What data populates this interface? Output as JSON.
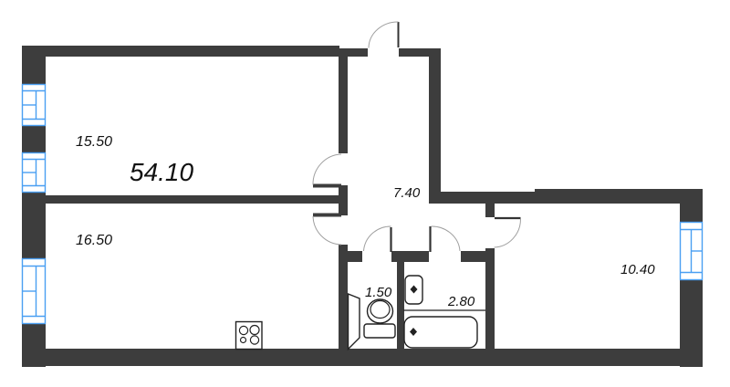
{
  "plan": {
    "title": "apartment-floor-plan",
    "total_area": "54.10",
    "labels": {
      "room_top_left": "15.50",
      "total": "54.10",
      "room_bottom_left": "16.50",
      "hallway": "7.40",
      "wc": "1.50",
      "bathroom": "2.80",
      "room_right": "10.40"
    },
    "colors": {
      "wall": "#3d3d3d",
      "window": "#4a9ff2",
      "door_arc": "#a0a0a0",
      "fixture": "#222222",
      "text": "#111111",
      "background": "#ffffff"
    }
  }
}
